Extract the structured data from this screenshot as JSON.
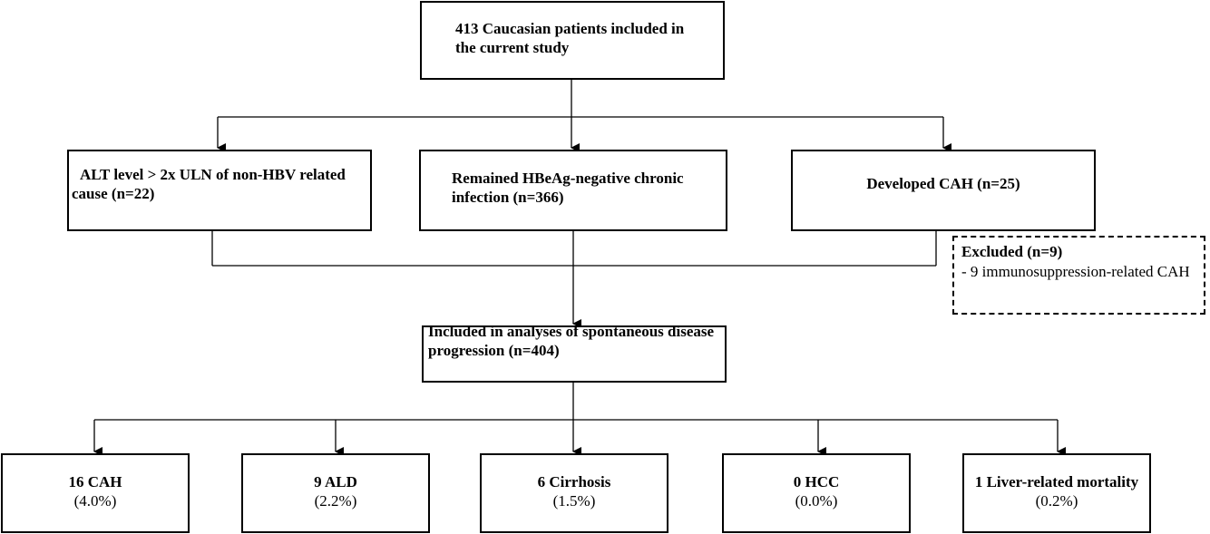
{
  "top": {
    "line1": "413 Caucasian patients included in",
    "line2": "the current study"
  },
  "row2": {
    "alt": {
      "line1": "ALT level > 2x ULN of non-HBV related",
      "line2": "cause (n=22)"
    },
    "remained": {
      "line1": "Remained HBeAg-negative chronic",
      "line2": "infection (n=366)"
    },
    "cah": {
      "line1": "Developed CAH (n=25)"
    }
  },
  "excluded": {
    "title": "Excluded (n=9)",
    "detail": "- 9 immunosuppression-related CAH"
  },
  "included": {
    "line1": "Included in analyses of spontaneous disease",
    "line2": "progression (n=404)"
  },
  "outcomes": [
    {
      "label": "16 CAH",
      "pct": "(4.0%)"
    },
    {
      "label": "9 ALD",
      "pct": "(2.2%)"
    },
    {
      "label": "6 Cirrhosis",
      "pct": "(1.5%)"
    },
    {
      "label": "0 HCC",
      "pct": "(0.0%)"
    },
    {
      "label": "1 Liver-related mortality",
      "pct": "(0.2%)"
    }
  ]
}
